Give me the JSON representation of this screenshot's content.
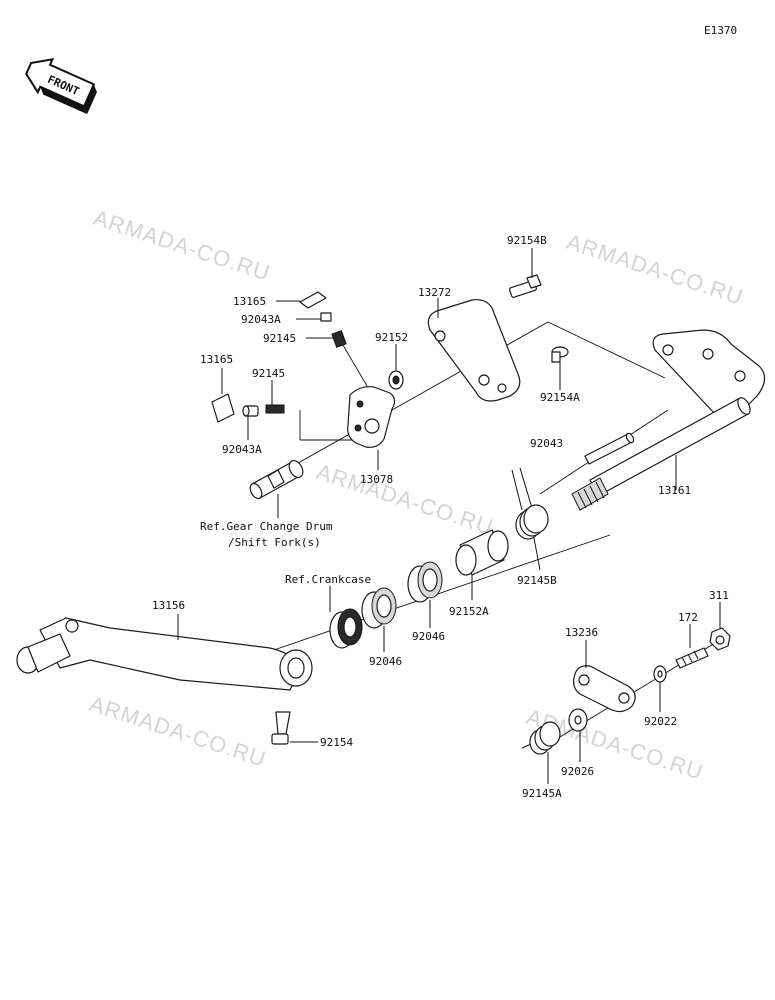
{
  "diagram_code": "E1370",
  "front_badge": "FRONT",
  "watermark": "ARMADA-CO.RU",
  "part_labels": {
    "p13165_top": "13165",
    "p92043A_top": "92043A",
    "p92145_top": "92145",
    "p92152": "92152",
    "p13165_left": "13165",
    "p92145_left": "92145",
    "p92043A_left": "92043A",
    "p13078": "13078",
    "p13272": "13272",
    "p92154B": "92154B",
    "p92154A": "92154A",
    "p92043": "92043",
    "p13161": "13161",
    "p92145B": "92145B",
    "p92152A": "92152A",
    "p92046_a": "92046",
    "p92046_b": "92046",
    "p13156": "13156",
    "p92154": "92154",
    "p13236": "13236",
    "p172": "172",
    "p311": "311",
    "p92022": "92022",
    "p92026": "92026",
    "p92145A": "92145A"
  },
  "references": {
    "gear_drum_line1": "Ref.Gear Change Drum",
    "gear_drum_line2": "/Shift Fork(s)",
    "crankcase": "Ref.Crankcase"
  },
  "colors": {
    "ink": "#111111",
    "watermark": "#d4d4d4",
    "shading": "#d8d8d8"
  }
}
